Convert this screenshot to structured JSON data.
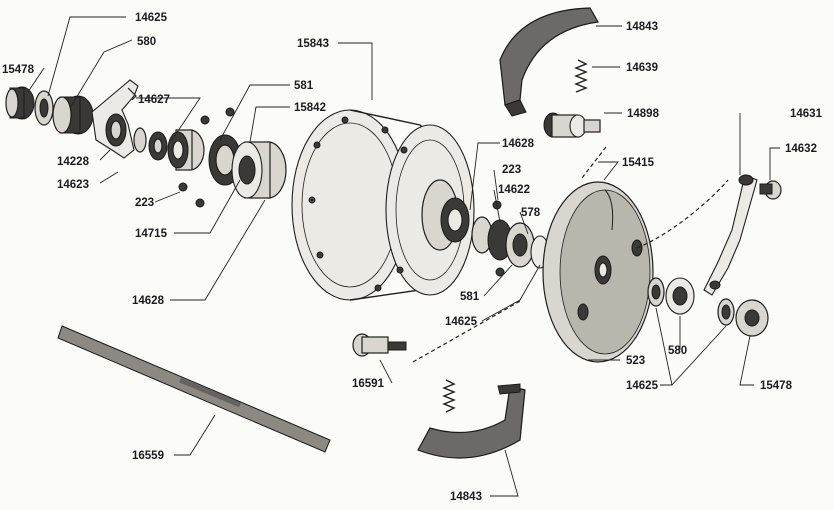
{
  "labels": {
    "l14625_top": "14625",
    "l580_top": "580",
    "l15478_left": "15478",
    "l14627": "14627",
    "l14228": "14228",
    "l14623": "14623",
    "l223_left": "223",
    "l14715": "14715",
    "l581_top": "581",
    "l15842": "15842",
    "l14628_left": "14628",
    "l15843": "15843",
    "l14628_mid": "14628",
    "l223_mid": "223",
    "l14622": "14622",
    "l578": "578",
    "l581_mid": "581",
    "l14625_mid": "14625",
    "l14843_top": "14843",
    "l14639": "14639",
    "l14898": "14898",
    "l15415": "15415",
    "l14631": "14631",
    "l14632": "14632",
    "l523": "523",
    "l580_right": "580",
    "l14625_right": "14625",
    "l15478_right": "15478",
    "l16591": "16591",
    "l16559": "16559",
    "l14843_bottom": "14843"
  }
}
